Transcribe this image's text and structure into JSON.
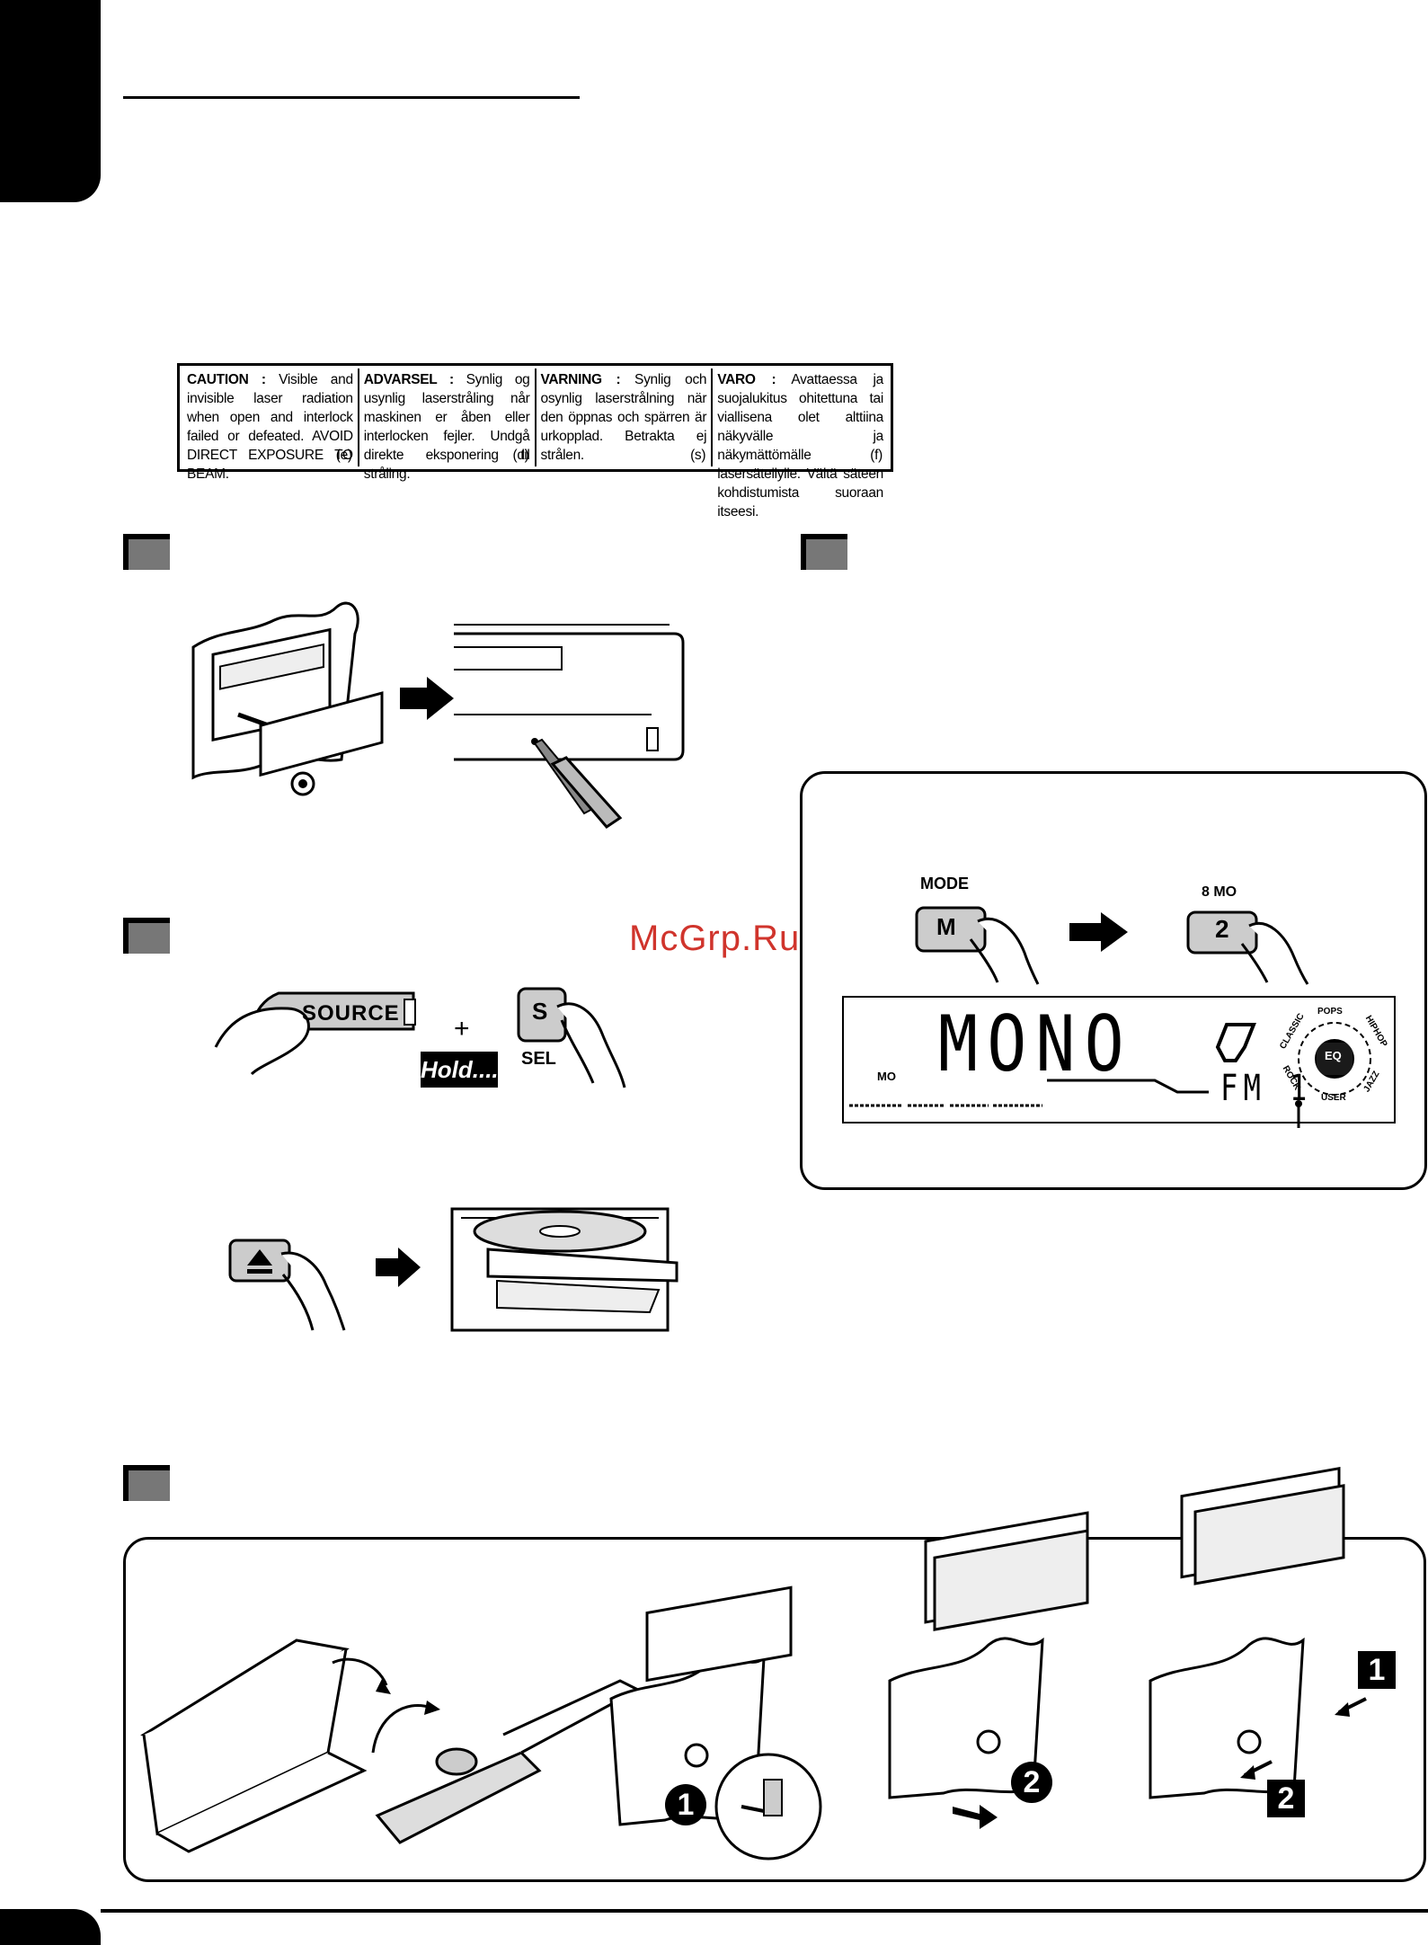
{
  "caution_label": {
    "cells": [
      {
        "heading": "CAUTION :",
        "body": "Visible and invisible laser radiation when open and interlock failed or defeated. AVOID DIRECT EXPOSURE TO BEAM.",
        "code": "(e)"
      },
      {
        "heading": "ADVARSEL :",
        "body": "Synlig og usynlig laserstråling når maskinen er åben eller interlocken fejler. Undgå direkte eksponering til stråling.",
        "code": "(d)"
      },
      {
        "heading": "VARNING :",
        "body": "Synlig och osynlig laserstrålning när den öppnas och spärren är urkopplad. Betrakta ej strålen.",
        "code": "(s)"
      },
      {
        "heading": "VARO :",
        "body": "Avattaessa ja suojalukitus ohitettuna tai viallisena olet alttiina näkyvälle ja näkymättömälle lasersäteilylle. Vältä säteen kohdistumista suoraan itseesi.",
        "code": "(f)"
      }
    ]
  },
  "watermark": "McGrp.Ru",
  "buttons": {
    "source": "SOURCE",
    "sel_key": "S",
    "sel_label": "SEL",
    "hold": "Hold....",
    "plus": "+",
    "mode_label": "MODE",
    "m_key": "M",
    "preset_label": "8  MO",
    "preset_key": "2"
  },
  "display": {
    "main_text": "MONO",
    "band_text": "FM 1",
    "mo_indicator": "MO",
    "eq_center": "EQ",
    "eq_modes": [
      "POPS",
      "HIPHOP",
      "JAZZ",
      "USER",
      "ROCK",
      "CLASSIC"
    ]
  },
  "steps": {
    "one": "1",
    "two": "2"
  }
}
